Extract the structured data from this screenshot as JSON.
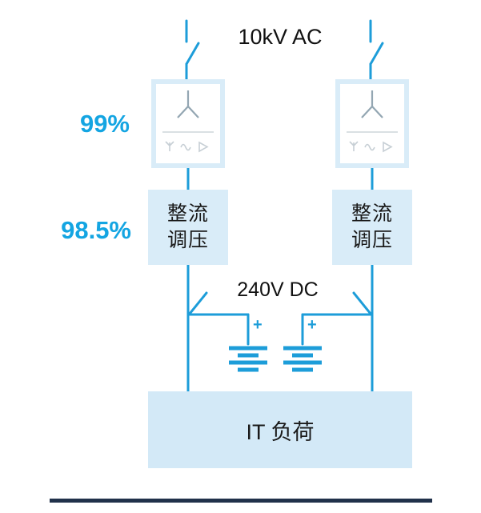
{
  "diagram": {
    "labels": {
      "ac_voltage": "10kV AC",
      "dc_voltage": "240V DC",
      "transformer_efficiency": "99%",
      "rectifier_efficiency": "98.5%",
      "rectifier_line1": "整流",
      "rectifier_line2": "调压",
      "it_load": "IT 负荷",
      "battery_plus": "+"
    },
    "colors": {
      "line_blue": "#1d9dd9",
      "accent_text_blue": "#14a5e2",
      "box_fill_blue": "#d9ecf8",
      "it_box_fill": "#d3e9f7",
      "transformer_symbol_gray": "#93a6b2",
      "glyph_gray": "#c7cfd5",
      "text_dark": "#1a1a1a",
      "footer_dark": "#20314a"
    }
  }
}
